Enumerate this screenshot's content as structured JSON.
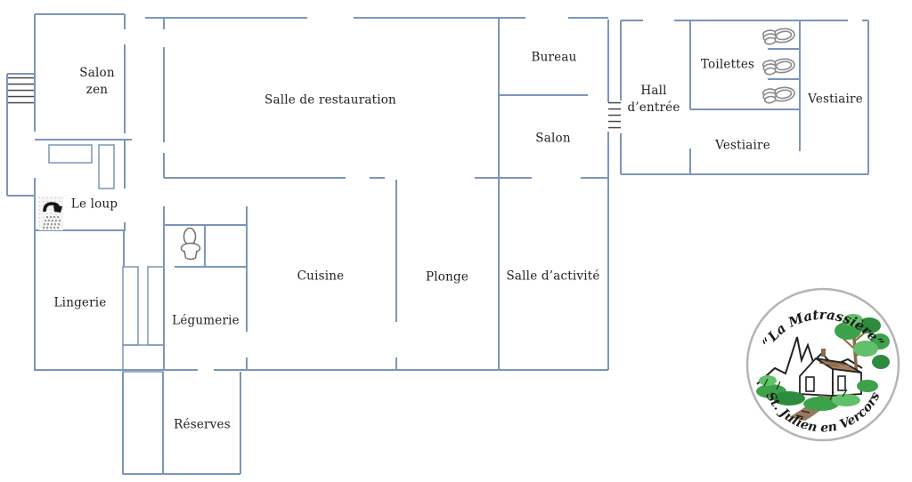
{
  "floorplan": {
    "rooms": {
      "salon_zen": {
        "label": "Salon\nzen"
      },
      "salle_de_restauration": {
        "label": "Salle de restauration"
      },
      "bureau": {
        "label": "Bureau"
      },
      "salon": {
        "label": "Salon"
      },
      "hall_entree": {
        "label": "Hall\nd’entrée"
      },
      "toilettes": {
        "label": "Toilettes"
      },
      "vestiaire_cote": {
        "label": "Vestiaire"
      },
      "vestiaire_bas": {
        "label": "Vestiaire"
      },
      "le_loup": {
        "label": "Le loup"
      },
      "lingerie": {
        "label": "Lingerie"
      },
      "legumerie": {
        "label": "Légumerie"
      },
      "cuisine": {
        "label": "Cuisine"
      },
      "plonge": {
        "label": "Plonge"
      },
      "salle_activite": {
        "label": "Salle d’activité"
      },
      "reserves": {
        "label": "Réserves"
      }
    },
    "fixtures": {
      "shower": {
        "room": "le_loup",
        "icon": "shower-icon"
      },
      "wc_single": {
        "room": "legumerie",
        "icon": "toilet-icon",
        "count": 1
      },
      "wc_stalls": {
        "room": "toilettes",
        "icon": "toilet-icon",
        "count": 3
      }
    },
    "stairs": [
      {
        "id": "exterior-west-stairs"
      },
      {
        "id": "central-double-stairs"
      },
      {
        "id": "stairs-to-reserves"
      },
      {
        "id": "steps-between-buildings"
      }
    ]
  },
  "logo": {
    "name": "“La Matrassière”",
    "place": "St. Julien en Vercors"
  },
  "colors": {
    "wall": "#7b96b8",
    "step": "#474747",
    "label": "#1f1f1f",
    "logo-ink": "#1a1a1a",
    "logo-green": "#3da14a",
    "logo-green-dark": "#2e8b3d",
    "logo-green-light": "#63c06a",
    "logo-brown": "#8a6a4c",
    "logo-tan": "#a5815d",
    "logo-ring": "#b5b5b5"
  }
}
